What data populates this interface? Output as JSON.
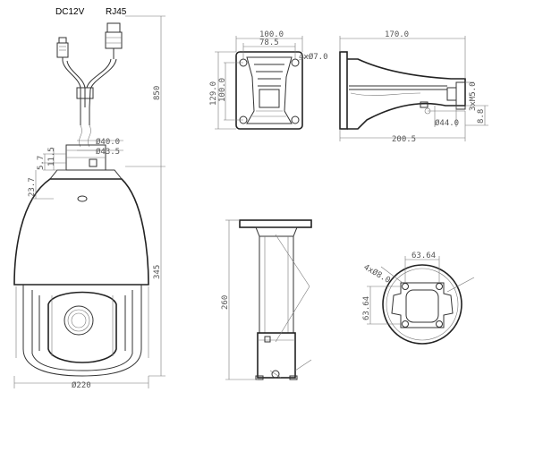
{
  "connectors": {
    "dc": "DC12V",
    "rj45": "RJ45"
  },
  "camera_dims": {
    "total_height": "850",
    "height_345": "345",
    "dia_220": "Ø220",
    "d40": "Ø40.0",
    "d43": "Ø43.5",
    "v57": "5.7",
    "v115": "11.5",
    "v237": "23.7"
  },
  "bracket_front_dims": {
    "w100": "100.0",
    "w785": "78.5",
    "holes": "4xØ7.0",
    "h129": "129.0",
    "h100": "100.0"
  },
  "bracket_side_dims": {
    "w170": "170.0",
    "thread": "3xM5.0",
    "d44": "Ø44.0",
    "h88": "8.8",
    "w2005": "200.5"
  },
  "pole_dims": {
    "h260": "260"
  },
  "flange_dims": {
    "w6364": "63.64",
    "holes": "4xØ8.0",
    "h6364": "63.64"
  }
}
